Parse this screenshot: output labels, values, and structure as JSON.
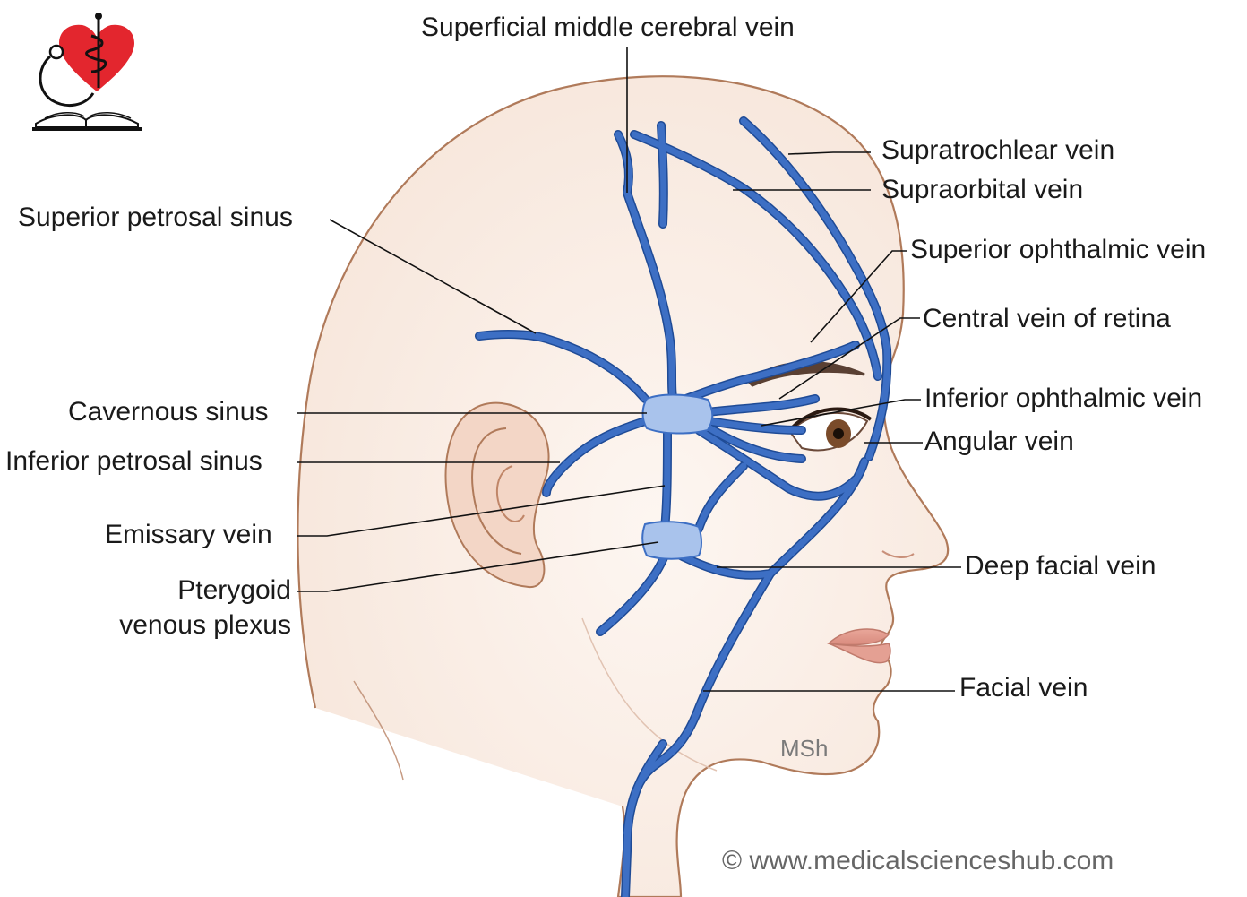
{
  "diagram": {
    "labels": {
      "superficial_middle_cerebral": "Superficial middle cerebral vein",
      "supratrochlear": "Supratrochlear vein",
      "supraorbital": "Supraorbital vein",
      "superior_petrosal": "Superior petrosal sinus",
      "superior_ophthalmic": "Superior ophthalmic vein",
      "central_retina": "Central vein of retina",
      "cavernous": "Cavernous sinus",
      "inferior_ophthalmic": "Inferior ophthalmic vein",
      "inferior_petrosal": "Inferior petrosal sinus",
      "angular": "Angular vein",
      "emissary": "Emissary vein",
      "deep_facial": "Deep facial vein",
      "pterygoid_line1": "Pterygoid",
      "pterygoid_line2": "venous plexus",
      "facial": "Facial vein"
    },
    "artist_signature": "MSh",
    "copyright": "© www.medicalscienceshub.com"
  },
  "colors": {
    "vein": "#3d6fc4",
    "vein_dark": "#1f4b96",
    "sinus": "#a9c3ec",
    "skin_outline": "#b07a5a",
    "skin_fill": "#fbf1ea",
    "leader": "#111111",
    "logo_heart": "#e3262e"
  },
  "logo": {
    "icon": "heart-stethoscope-book-icon"
  }
}
